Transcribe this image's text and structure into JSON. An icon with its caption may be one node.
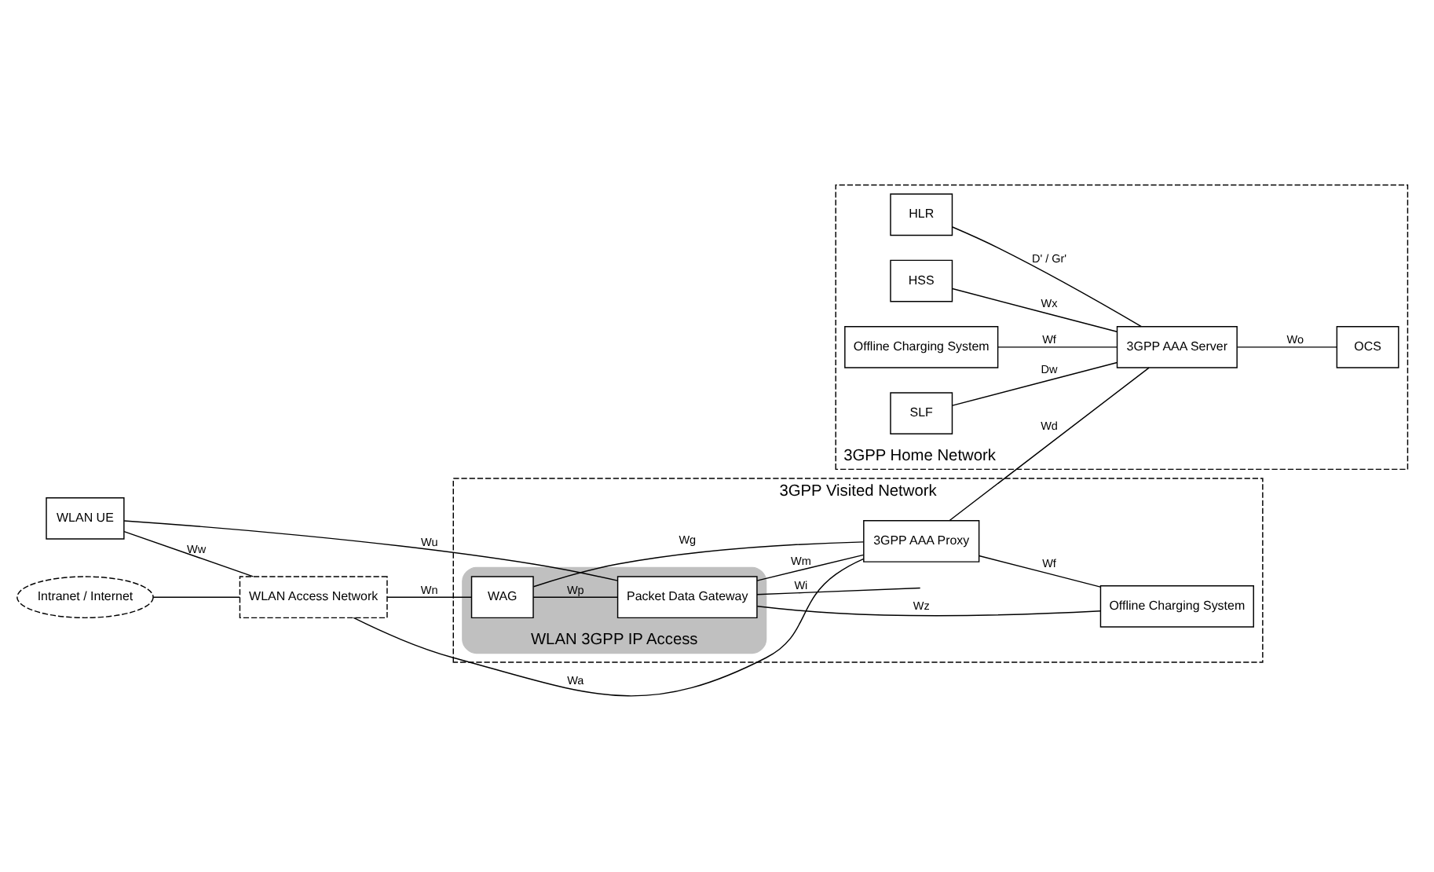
{
  "diagram": {
    "nodes": [
      {
        "text": [
          "3GPP Visited Network"
        ]
      },
      {
        "text": [
          "WLAN 3GPP IP Access"
        ],
        "in": 0
      },
      {
        "text": [
          "WLAN Access Network"
        ]
      },
      {
        "text": [
          "WLAN UE"
        ]
      },
      {
        "text": [
          "Intranet / Internet"
        ]
      },
      {
        "text": [
          "WAG"
        ],
        "in": 1
      },
      {
        "text": [
          "Packet Data Gateway"
        ],
        "in": 1
      },
      {
        "text": [
          "3GPP AAA Proxy"
        ],
        "in": 0
      },
      {
        "text": [
          "Offline Charging System"
        ],
        "in": 0
      },
      {
        "text": [
          "3GPP Home Network"
        ]
      },
      {
        "text": [
          "SLF"
        ],
        "in": 9
      },
      {
        "text": [
          "HSS"
        ],
        "in": 9
      },
      {
        "text": [
          "HLR"
        ],
        "in": 9
      },
      {
        "text": [
          "Offline Charging System"
        ],
        "in": 9
      },
      {
        "text": [
          "3GPP AAA Server"
        ],
        "in": 9
      },
      {
        "text": [
          "OCS"
        ],
        "in": 9
      }
    ],
    "edges": [
      {
        "from": 3,
        "to": 2,
        "arrow": "none",
        "label": "Ww"
      },
      {
        "from": 2,
        "to": 7,
        "arrow": "none",
        "label": "Wa"
      },
      {
        "from": 2,
        "to": 5,
        "arrow": "none",
        "label": "Wn"
      },
      {
        "from": 5,
        "to": 7,
        "arrow": "none",
        "label": "Wg"
      },
      {
        "from": 6,
        "to": 7,
        "arrow": "none",
        "label": "Wm"
      },
      {
        "from": 5,
        "to": 6,
        "arrow": "none",
        "label": "Wp"
      },
      {
        "from": 6,
        "to": 8,
        "arrow": "none",
        "label": "Wz"
      },
      {
        "from": 7,
        "to": 8,
        "arrow": "none",
        "label": "Wf"
      },
      {
        "from": 3,
        "to": 6,
        "arrow": "none",
        "label": "Wu"
      },
      {
        "from": 4,
        "to": 2,
        "arrow": "none"
      },
      {
        "from": 6,
        "to": null,
        "arrow": "none",
        "label": "Wi"
      },
      {
        "from": 7,
        "to": 14,
        "arrow": "none",
        "label": "Wd"
      },
      {
        "from": 10,
        "to": 14,
        "arrow": "none",
        "label": "Dw"
      },
      {
        "from": 11,
        "to": 14,
        "arrow": "none",
        "label": "Wx"
      },
      {
        "from": 12,
        "to": 14,
        "arrow": "none",
        "label": "D' / Gr'"
      },
      {
        "from": 13,
        "to": 14,
        "arrow": "none",
        "label": "Wf"
      },
      {
        "from": 14,
        "to": 15,
        "arrow": "none",
        "label": "Wo"
      }
    ]
  }
}
